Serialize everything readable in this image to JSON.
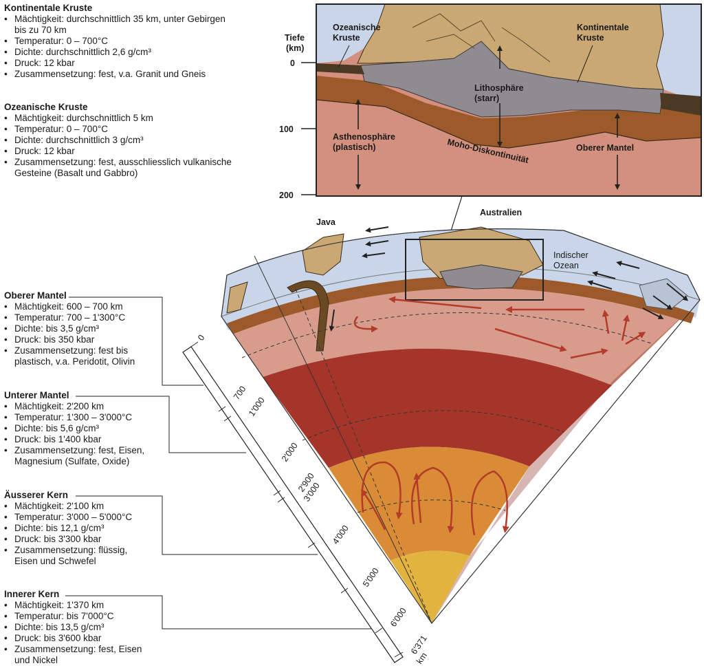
{
  "blocks": [
    {
      "title": "Kontinentale Kruste",
      "lines": [
        "Mächtigkeit: durchschnittlich 35 km, unter Gebirgen",
        "bis zu 70 km",
        "Temperatur: 0 – 700°C",
        "Dichte: durchschnittlich 2,6 g/cm³",
        "Druck: 12 kbar",
        "Zusammensetzung: fest, v.a. Granit und Gneis"
      ]
    },
    {
      "title": "Ozeanische Kruste",
      "lines": [
        "Mächtigkeit: durchschnittlich 5 km",
        "Temperatur: 0 – 700°C",
        "Dichte: durchschnittlich 3 g/cm³",
        "Druck: 12 kbar",
        "Zusammensetzung: fest, ausschliesslich vulkanische",
        "Gesteine (Basalt und Gabbro)"
      ]
    },
    {
      "title": "Oberer Mantel",
      "lines": [
        "Mächtigkeit: 600 – 700 km",
        "Temperatur: 700 – 1'300°C",
        "Dichte: bis 3,5 g/cm³",
        "Druck: bis 350 kbar",
        "Zusammensetzung: fest bis",
        "plastisch, v.a. Peridotit, Olivin"
      ]
    },
    {
      "title": "Unterer Mantel",
      "lines": [
        "Mächtigkeit: 2'200 km",
        "Temperatur: 1'300 – 3'000°C",
        "Dichte: bis 5,6 g/cm³",
        "Druck: bis 1'400 kbar",
        "Zusammensetzung: fest, Eisen,",
        "Magnesium (Sulfate, Oxide)"
      ]
    },
    {
      "title": "Äusserer Kern",
      "lines": [
        "Mächtigkeit: 2'100 km",
        "Temperatur: 3'000 – 5'000°C",
        "Dichte: bis 12,1 g/cm³",
        "Druck: bis 3'300 kbar",
        "Zusammensetzung: flüssig,",
        "Eisen und Schwefel"
      ]
    },
    {
      "title": "Innerer Kern",
      "lines": [
        "Mächtigkeit: 1'370 km",
        "Temperatur: bis 7'000°C",
        "Dichte: bis 13,5 g/cm³",
        "Druck: bis 3'600 kbar",
        "Zusammensetzung: fest, Eisen",
        "und Nickel"
      ]
    }
  ],
  "inset": {
    "depth_title": "Tiefe",
    "depth_unit": "(km)",
    "depth_ticks": [
      "0",
      "100",
      "200"
    ],
    "ozeanische_kruste": [
      "Ozeanische",
      "Kruste"
    ],
    "kontinentale_kruste": [
      "Kontinentale",
      "Kruste"
    ],
    "lithosphaere": [
      "Lithosphäre",
      "(starr)"
    ],
    "asthenosphaere": [
      "Asthenosphäre",
      "(plastisch)"
    ],
    "moho": "Moho-Diskontinuität",
    "oberer_mantel": "Oberer Mantel"
  },
  "globe": {
    "java": "Java",
    "australien": "Australien",
    "indischer_ozean": [
      "Indischer",
      "Ozean"
    ]
  },
  "scale": {
    "ticks": [
      "0",
      "700",
      "1'000",
      "2'000",
      "2'900",
      "3'000",
      "4'000",
      "5'000",
      "6'000",
      "6'371"
    ],
    "unit": "km"
  },
  "colors": {
    "crust_continent": "#c9a873",
    "ocean": "#c9d6ea",
    "lithosphere": "#8f8b90",
    "upper_mantle": "#d89c8c",
    "mantle_brown": "#9c5a2a",
    "lower_mantle": "#a5352a",
    "outer_core": "#d98c35",
    "inner_core": "#e3b340",
    "arrow": "#b43a2a"
  }
}
